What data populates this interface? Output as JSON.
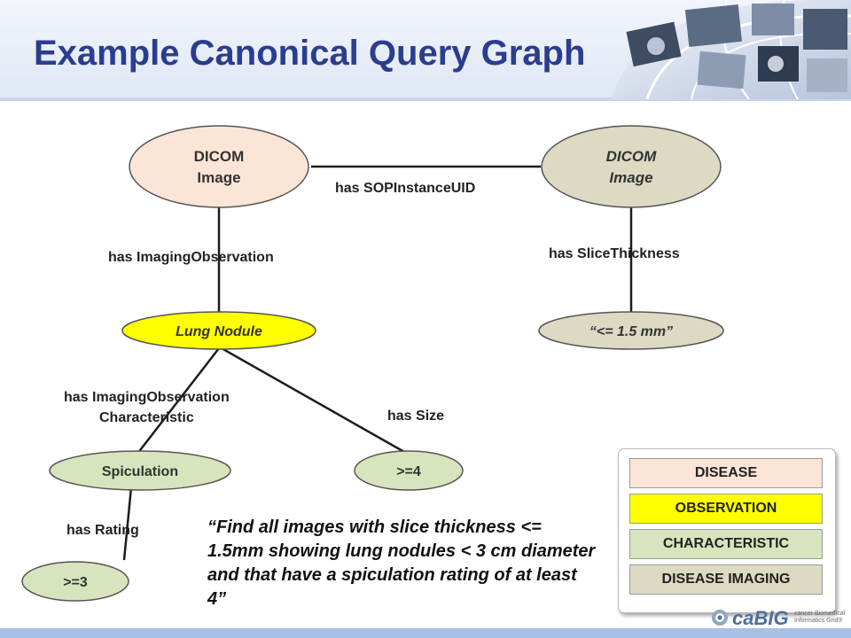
{
  "slide": {
    "title": "Example Canonical Query Graph",
    "quote": "“Find all images with slice thickness <= 1.5mm showing lung nodules <  3 cm diameter and that have a spiculation rating of at least 4”"
  },
  "nodes": {
    "dicom_image_1": [
      "DICOM",
      "Image"
    ],
    "dicom_image_2": [
      "DICOM",
      "Image"
    ],
    "lung_nodule": "Lung Nodule",
    "slice_value": "“<= 1.5 mm”",
    "spiculation": "Spiculation",
    "size_value": ">=4",
    "rating_value": ">=3"
  },
  "edges": {
    "sop_instance_uid": "has SOPInstanceUID",
    "imaging_observation": "has ImagingObservation",
    "slice_thickness": "has SliceThickness",
    "imaging_observation_characteristic": [
      "has ImagingObservation",
      "Characteristic"
    ],
    "size": "has Size",
    "rating": "has Rating"
  },
  "legend": {
    "items": [
      {
        "label": "DISEASE",
        "color": "#fbe5d6"
      },
      {
        "label": "OBSERVATION",
        "color": "#ffff00"
      },
      {
        "label": "CHARACTERISTIC",
        "color": "#d7e4bd"
      },
      {
        "label": "DISEASE IMAGING",
        "color": "#ddd9c3"
      }
    ]
  },
  "colors": {
    "title": "#2b3d8f",
    "disease": "#fbe5d6",
    "observation": "#ffff00",
    "characteristic": "#d7e4bd",
    "disease_imaging": "#ddd9c3"
  },
  "logo": {
    "name": "caBIG",
    "tagline": "cancer Biomedical Informatics Grid®"
  }
}
